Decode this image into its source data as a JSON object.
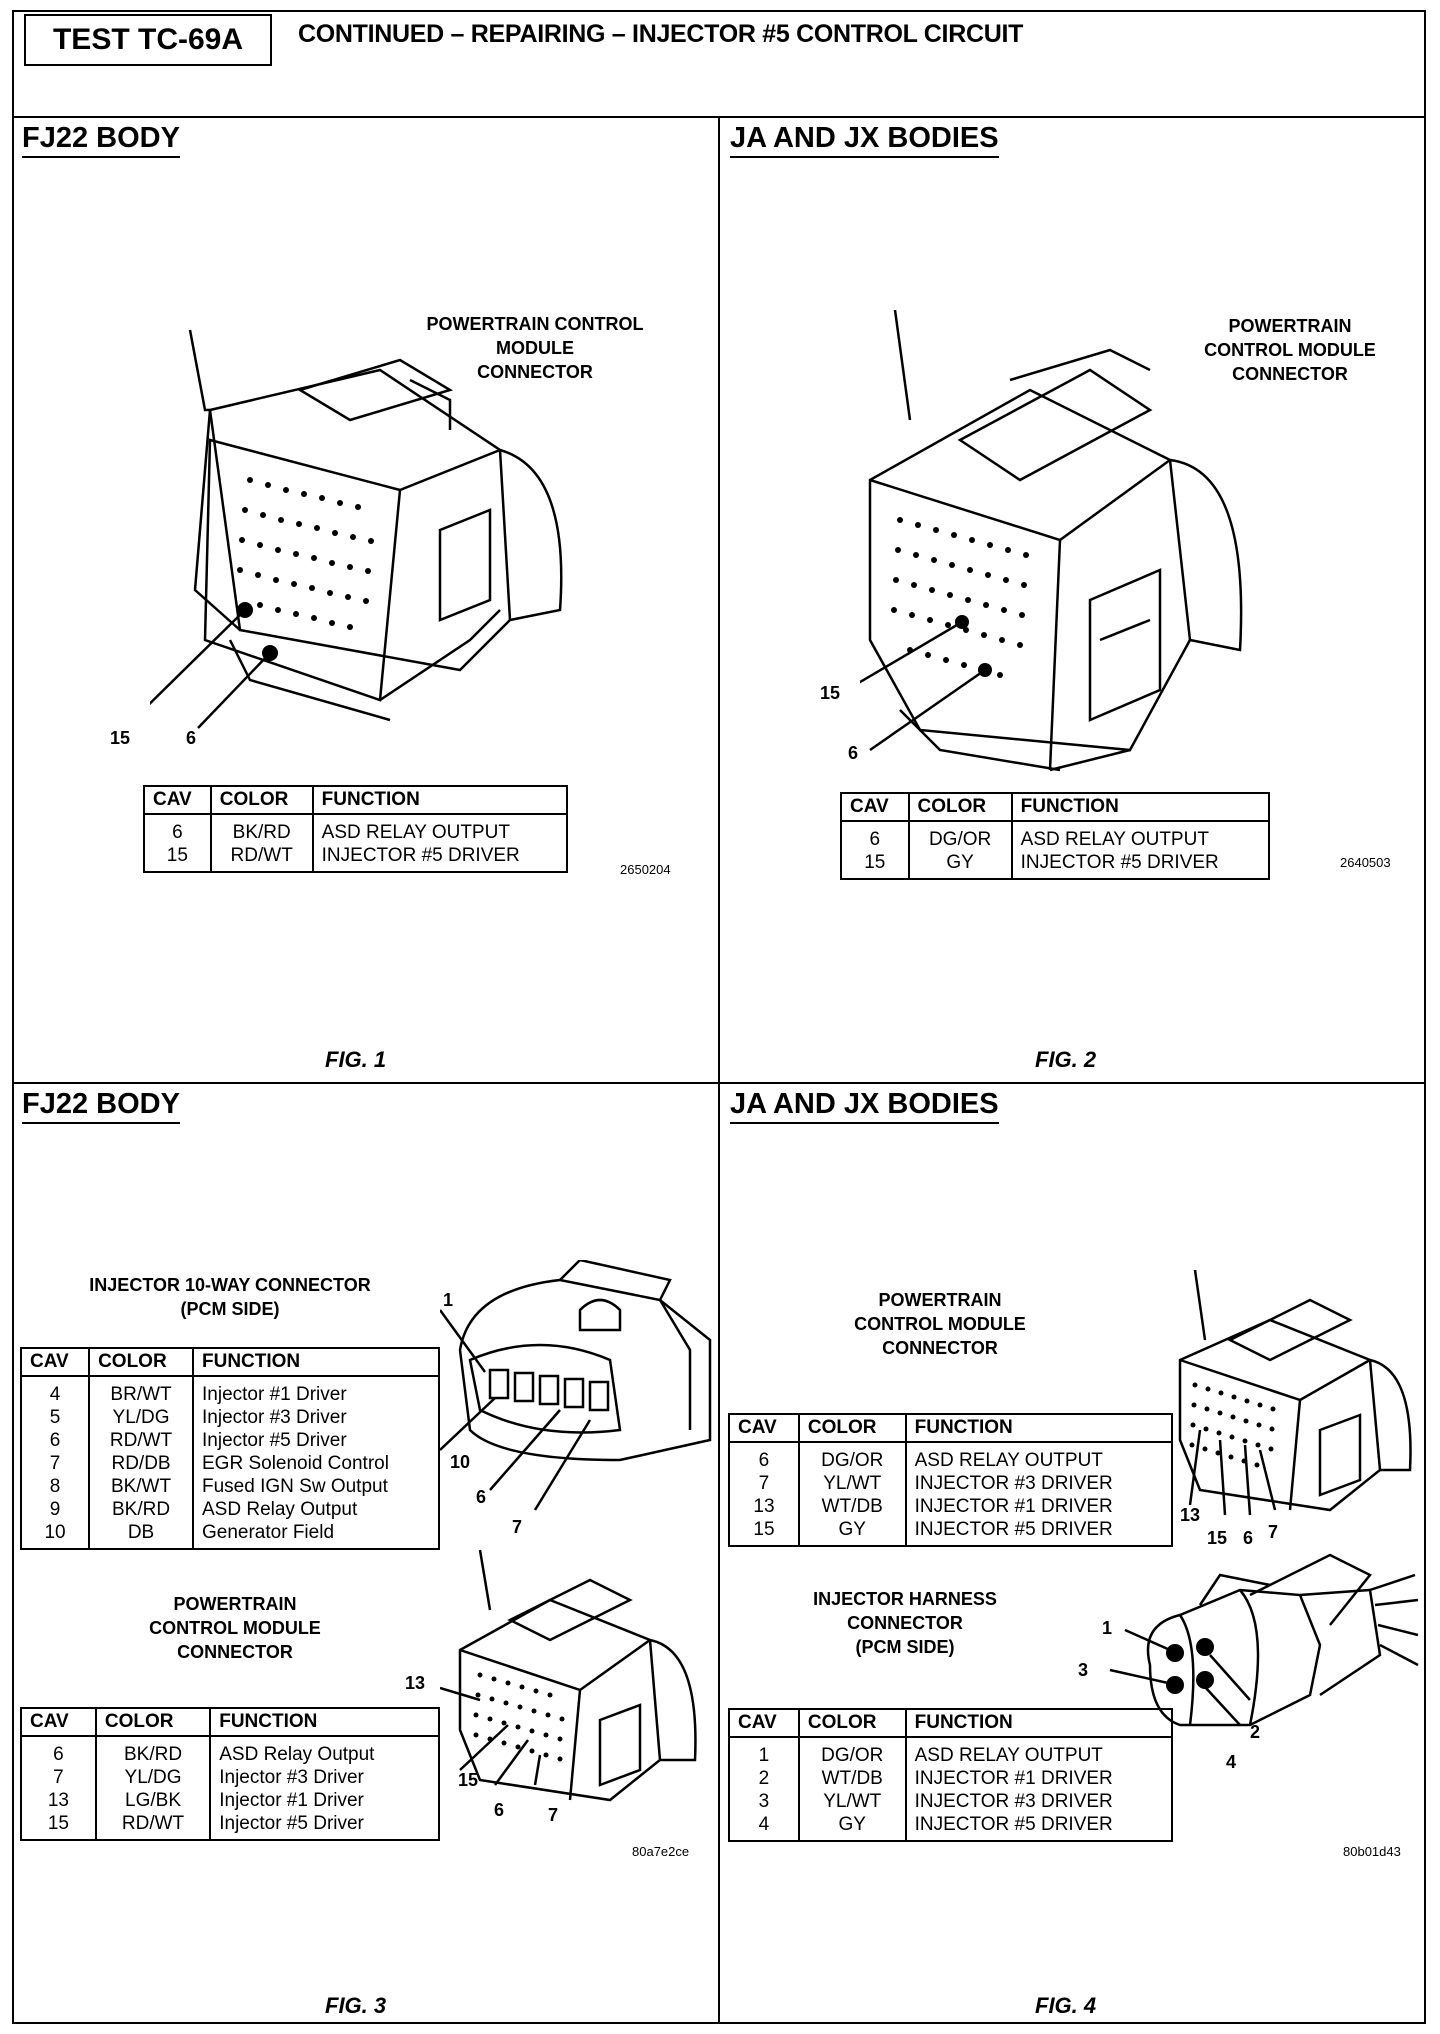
{
  "header": {
    "test_id": "TEST TC-69A",
    "title": "CONTINUED – REPAIRING – INJECTOR #5 CONTROL CIRCUIT"
  },
  "fig1": {
    "section": "FJ22 BODY",
    "connector_label": [
      "POWERTRAIN CONTROL",
      "MODULE",
      "CONNECTOR"
    ],
    "callouts": [
      "15",
      "6"
    ],
    "table": {
      "headers": [
        "CAV",
        "COLOR",
        "FUNCTION"
      ],
      "rows": [
        [
          "6",
          "BK/RD",
          "ASD RELAY OUTPUT"
        ],
        [
          "15",
          "RD/WT",
          "INJECTOR #5 DRIVER"
        ]
      ]
    },
    "code": "2650204",
    "caption": "FIG. 1"
  },
  "fig2": {
    "section": "JA AND JX BODIES",
    "connector_label": [
      "POWERTRAIN",
      "CONTROL MODULE",
      "CONNECTOR"
    ],
    "callouts": [
      "15",
      "6"
    ],
    "table": {
      "headers": [
        "CAV",
        "COLOR",
        "FUNCTION"
      ],
      "rows": [
        [
          "6",
          "DG/OR",
          "ASD RELAY OUTPUT"
        ],
        [
          "15",
          "GY",
          "INJECTOR #5 DRIVER"
        ]
      ]
    },
    "code": "2640503",
    "caption": "FIG. 2"
  },
  "fig3": {
    "section": "FJ22 BODY",
    "inj_label": [
      "INJECTOR 10-WAY CONNECTOR",
      "(PCM SIDE)"
    ],
    "inj_table": {
      "headers": [
        "CAV",
        "COLOR",
        "FUNCTION"
      ],
      "rows": [
        [
          "4",
          "BR/WT",
          "Injector #1 Driver"
        ],
        [
          "5",
          "YL/DG",
          "Injector #3 Driver"
        ],
        [
          "6",
          "RD/WT",
          "Injector #5 Driver"
        ],
        [
          "7",
          "RD/DB",
          "EGR Solenoid Control"
        ],
        [
          "8",
          "BK/WT",
          "Fused IGN Sw Output"
        ],
        [
          "9",
          "BK/RD",
          "ASD Relay Output"
        ],
        [
          "10",
          "DB",
          "Generator Field"
        ]
      ]
    },
    "inj_callouts": [
      "1",
      "10",
      "6",
      "7"
    ],
    "pcm_label": [
      "POWERTRAIN",
      "CONTROL MODULE",
      "CONNECTOR"
    ],
    "pcm_table": {
      "headers": [
        "CAV",
        "COLOR",
        "FUNCTION"
      ],
      "rows": [
        [
          "6",
          "BK/RD",
          "ASD Relay Output"
        ],
        [
          "7",
          "YL/DG",
          "Injector #3 Driver"
        ],
        [
          "13",
          "LG/BK",
          "Injector #1 Driver"
        ],
        [
          "15",
          "RD/WT",
          "Injector #5 Driver"
        ]
      ]
    },
    "pcm_callouts": [
      "13",
      "15",
      "6",
      "7"
    ],
    "code": "80a7e2ce",
    "caption": "FIG. 3"
  },
  "fig4": {
    "section": "JA AND JX BODIES",
    "pcm_label": [
      "POWERTRAIN",
      "CONTROL MODULE",
      "CONNECTOR"
    ],
    "pcm_table": {
      "headers": [
        "CAV",
        "COLOR",
        "FUNCTION"
      ],
      "rows": [
        [
          "6",
          "DG/OR",
          "ASD RELAY OUTPUT"
        ],
        [
          "7",
          "YL/WT",
          "INJECTOR #3 DRIVER"
        ],
        [
          "13",
          "WT/DB",
          "INJECTOR #1 DRIVER"
        ],
        [
          "15",
          "GY",
          "INJECTOR #5 DRIVER"
        ]
      ]
    },
    "pcm_callouts": [
      "13",
      "15",
      "6",
      "7"
    ],
    "harn_label": [
      "INJECTOR HARNESS",
      "CONNECTOR",
      "(PCM SIDE)"
    ],
    "harn_table": {
      "headers": [
        "CAV",
        "COLOR",
        "FUNCTION"
      ],
      "rows": [
        [
          "1",
          "DG/OR",
          "ASD RELAY OUTPUT"
        ],
        [
          "2",
          "WT/DB",
          "INJECTOR #1 DRIVER"
        ],
        [
          "3",
          "YL/WT",
          "INJECTOR #3 DRIVER"
        ],
        [
          "4",
          "GY",
          "INJECTOR #5 DRIVER"
        ]
      ]
    },
    "harn_callouts": [
      "1",
      "3",
      "2",
      "4"
    ],
    "code": "80b01d43",
    "caption": "FIG. 4"
  }
}
